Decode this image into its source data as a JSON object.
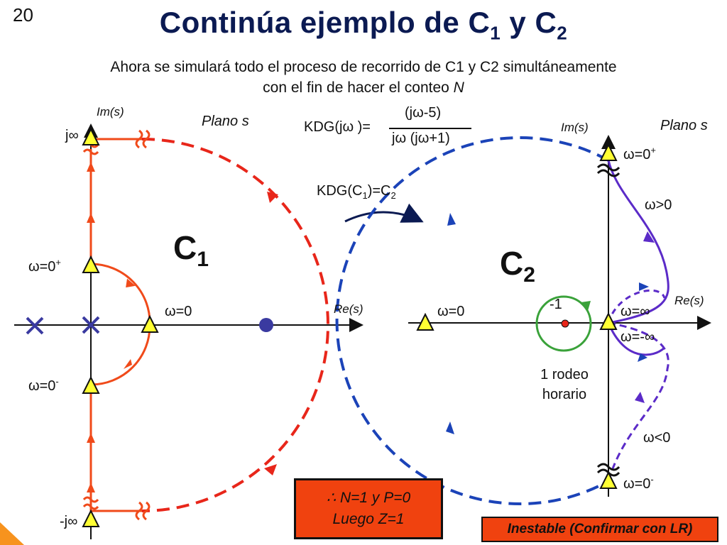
{
  "slide_number": "20",
  "title": {
    "main": "Continúa ejemplo de C",
    "sub1": "1",
    "mid": " y C",
    "sub2": "2"
  },
  "subtitle": {
    "line1": "Ahora se simulará todo el proceso de recorrido de C1 y C2 simultáneamente",
    "line2_prefix": "con el fin de hacer el conteo ",
    "line2_var": "N"
  },
  "left_plot": {
    "im_label": "Im(s)",
    "re_label": "Re(s)",
    "plane_label": "Plano s",
    "contour_label": "C",
    "contour_sub": "1",
    "j_inf": "j∞",
    "neg_j_inf": "-j∞",
    "w0plus": "ω=0",
    "w0plus_sup": "+",
    "w0minus": "ω=0",
    "w0minus_sup": "-",
    "w0": "ω=0"
  },
  "transfer_function": {
    "lhs": "KDG(jω )=",
    "numerator": "(jω-5)",
    "denominator": "jω (jω+1)",
    "mapping": "KDG(C",
    "mapping_sub": "1",
    "mapping_rest": ")=C",
    "mapping_sub2": "2"
  },
  "right_plot": {
    "im_label": "Im(s)",
    "re_label": "Re(s)",
    "plane_label": "Plano s",
    "contour_label": "C",
    "contour_sub": "2",
    "w0plus_top": "ω=0",
    "w0plus_top_sup": "+",
    "w_gt0": "ω>0",
    "w_inf": "ω=∞",
    "w_neginf": "ω=-∞",
    "w0": "ω=0",
    "minus_one": "-1",
    "encirclement": "1 rodeo horario",
    "w_lt0": "ω<0",
    "w0minus_bottom": "ω=0",
    "w0minus_bottom_sup": "-"
  },
  "result": {
    "line1": "∴ N=1   y   P=0",
    "line2": "Luego Z=1"
  },
  "conclusion": "Inestable (Confirmar con LR)",
  "colors": {
    "title": "#0b1a52",
    "contour_c1": "#e8261a",
    "contour_c2": "#1b43b8",
    "branch_orange": "#f04a1a",
    "branch_purple": "#5b2bc8",
    "encircle_green": "#3aa23a",
    "box_fill": "#f0420f",
    "marker_yellow": "#ffff33"
  }
}
